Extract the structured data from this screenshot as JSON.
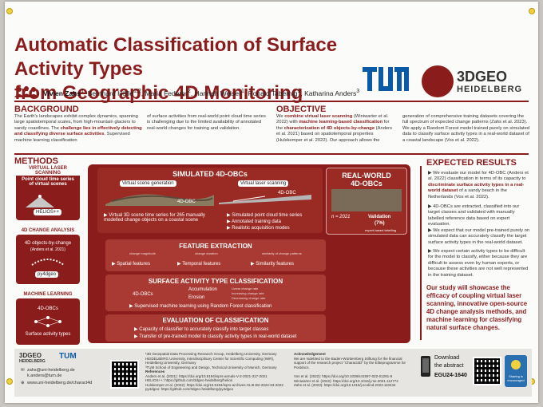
{
  "title": {
    "line1": "Automatic Classification of Surface Activity Types",
    "line2": "from Geographic 4D Monitoring"
  },
  "authors": {
    "a1": "Vivien Zahs",
    "a1_sup": "1",
    "rest": ", Bernhard Höfle",
    "rest_sup": "1,2",
    "a3": ", Maria Federer",
    "a3_sup": "2",
    "a4": ", Hannah Weiser",
    "a4_sup": "1",
    "a5": ", Ronald Tabernig",
    "a5_sup": "1",
    "a6": ", Katharina Anders",
    "a6_sup": "3"
  },
  "logos": {
    "tum": "TUM",
    "geo_name": "3DGEO",
    "geo_sub": "HEIDELBERG"
  },
  "background": {
    "heading": "BACKGROUND",
    "p1": "The Earth's landscapes exhibit complex dynamics, spanning large spatiotemporal scales, from high-mountain glaciers to sandy coastlines. The",
    "p1_em": "challenge lies in effectively detecting and classifying diverse surface activities",
    "p1_end": ". Supervised machine learning classification",
    "p2": "of surface activities from real-world point cloud time series is challenging due to the limited availability of annotated real-world changes for training and validation."
  },
  "objective": {
    "heading": "OBJECTIVE",
    "p1_pre": "We ",
    "p1_em1": "combine virtual laser scanning",
    "p1_mid": " (Winiwarter et al. 2022) with ",
    "p1_em2": "machine learning-based classification",
    "p1_mid2": " for the ",
    "p1_em3": "characterization of 4D objects-by-change",
    "p1_end": " (Anders et al. 2021) based on spatiotemporal properties (Hulskemper et al. 2022). Our approach allows the",
    "p2": "generation of comprehensive training datasets covering the full spectrum of expected change patterns (Zahs et al. 2023). We apply a Random Forest model trained purely on simulated data to classify surface activity types in a real-world dataset of a coastal landscape (Vos et al. 2022)."
  },
  "methods": {
    "heading": "METHODS",
    "vls": {
      "label": "VIRTUAL LASER SCANNING",
      "text": "Point cloud time series of virtual scenes",
      "tool": "HELIOS++"
    },
    "change": {
      "label": "4D CHANGE ANALYSIS",
      "text": "4D objects-by-change",
      "cite": "(Anders et al. 2021)",
      "tool": "py4dgeo"
    },
    "ml": {
      "label": "MACHINE LEARNING",
      "t1": "4D-OBCs",
      "t2": "Surface activity types"
    },
    "sim": {
      "title": "SIMULATED 4D-OBCs",
      "gen": "Virtual scene generation",
      "scan": "Virtual laser scanning",
      "obc": "4D-OBC",
      "obc2": "4D-OBC",
      "b1": "Virtual 3D scene time series for 265 manually modelled change objects on a coastal scene",
      "b2": "Simulated point cloud time series",
      "b3": "Annotated training data",
      "b4": "Realistic acquisition modes"
    },
    "real": {
      "title": "REAL-WORLD",
      "title2": "4D-OBCs",
      "n": "n = 2021",
      "val": "Validation",
      "pct": "(7%)",
      "note": "expert-based labelling"
    },
    "feat": {
      "title": "FEATURE EXTRACTION",
      "f1": "Spatial features",
      "f2": "Temporal features",
      "f3": "Similarity features",
      "s1": "change magnitude",
      "s2": "change duration",
      "s3": "similarity of change patterns"
    },
    "cls": {
      "title": "SURFACE ACTIVITY TYPE CLASSIFICATION",
      "obc": "4D-OBCs",
      "c1": "Accumulation",
      "c2": "Erosion",
      "l1": "Linear change rate",
      "l2": "Increasing change rate",
      "l3": "Decreasing change rate",
      "bullet": "Supervised machine learning using Random Forest classification"
    },
    "eval": {
      "title": "EVALUATION OF CLASSIFICATION",
      "b1": "Capacity of classifier to accurately classify into target classes",
      "b2": "Transfer of pre-trained model to classify activity types in real-world dataset"
    }
  },
  "expected": {
    "heading": "EXPECTED RESULTS",
    "b1_pre": "We evaluate our model for 4D-OBC (Anders et al. 2022) classification in terms of its capacity to ",
    "b1_em": "discriminate surface activity types in a real-world dataset",
    "b1_end": " of a sandy beach in the Netherlands (Vos et al. 2022).",
    "b2": "4D-OBCs are extracted, classified into our target classes and validated with manually labelled reference data based on expert evaluation.",
    "b3": "We expect that our model pre-trained purely on simulated data can accurately classify the target surface activity types in the real-world dataset.",
    "b4": "We expect certain activity types to be difficult for the model to classify, either because they are difficult to assess even by human experts, or because these activities are not well represented in the training dataset.",
    "conclusion": "Our study will showcase the efficacy of coupling virtual laser scanning, innovative open-source 4D change analysis methods, and machine learning for classifying natural surface changes."
  },
  "footer": {
    "logo1": "3DGEO",
    "logo1_sub": "HEIDELBERG",
    "logo2": "TUM",
    "email1": "zahs@uni-heidelberg.de",
    "email2": "k.anders@tum.de",
    "url": "www.uni-heidelberg.de/charact4d",
    "aff1": "¹3D Geospatial Data Processing Research Group, Heidelberg University, Germany",
    "aff2": "HEIDELBERG University, Interdisciplinary Center for Scientific Computing (IWR), Heidelberg University, Germany",
    "aff3": "³TUM School of Engineering and Design, Technical University of Munich, Germany",
    "refs_h": "References",
    "ref1": "Anders et al. (2021): https://doi.org/10.5194/isprs-annals-V-2-2021-317-2021",
    "ref2": "HELIOS++: https://github.com/3dgeo-heidelberg/helios",
    "ref3": "Hulskemper et al. (2022): https://doi.org/10.5194/isprs-archives-XLIII-B2-2022-53-2022",
    "ref4": "py4dgeo: https://github.com/3dgeo-heidelberg/py4dgeo",
    "ack_h": "Acknowledgement",
    "ack": "We are indebted to the Baden-Württemberg Stiftung for the financial support of the research project \"Charact4D\" by the Eliteprogramme for Postdocs.",
    "ref5": "Vos et al. (2022): https://doi.org/10.1038/s41597-022-01291-9",
    "ref6": "Winiwarter et al. (2022): https://doi.org/10.1016/j.rse.2021.112772",
    "ref7": "Zahs et al. (2023): https://doi.org/10.1016/j.ecolind.2023.110434",
    "download1": "Download",
    "download2": "the abstract",
    "egu": "EGU24-1640",
    "share": "Sharing is encouraged"
  }
}
